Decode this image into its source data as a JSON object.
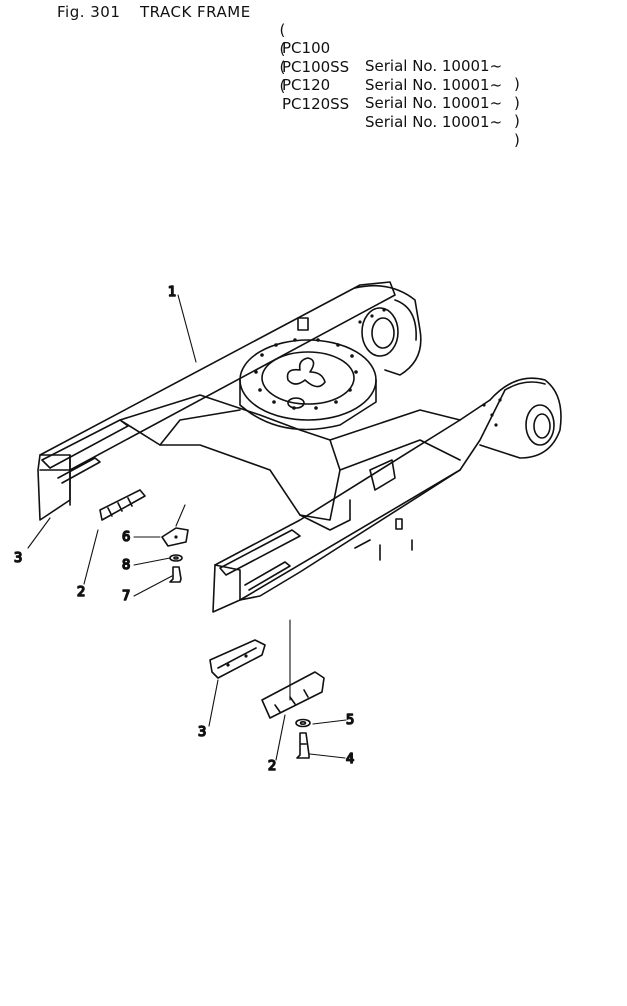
{
  "header": {
    "fig_number": "Fig. 301",
    "title": "TRACK FRAME",
    "serials": [
      {
        "open": "(",
        "model": "PC100",
        "serial": "Serial No. 10001~",
        "close": ")"
      },
      {
        "open": "(",
        "model": "PC100SS",
        "serial": "Serial No. 10001~",
        "close": ")"
      },
      {
        "open": "(",
        "model": "PC120",
        "serial": "Serial No. 10001~",
        "close": ")"
      },
      {
        "open": "(",
        "model": "PC120SS",
        "serial": "Serial No. 10001~",
        "close": ")"
      }
    ]
  },
  "callouts": {
    "c1": "1",
    "c2a": "2",
    "c2b": "2",
    "c3a": "3",
    "c3b": "3",
    "c4": "4",
    "c5": "5",
    "c6": "6",
    "c7": "7",
    "c8": "8"
  },
  "colors": {
    "line": "#111111",
    "background": "#ffffff"
  }
}
